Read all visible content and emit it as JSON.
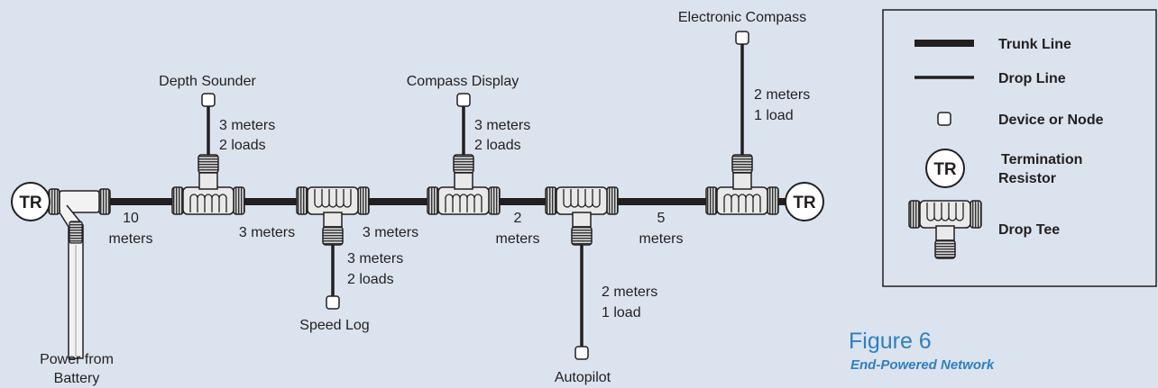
{
  "devices": {
    "depth_sounder": "Depth Sounder",
    "compass_display": "Compass Display",
    "electronic_compass": "Electronic Compass",
    "speed_log": "Speed Log",
    "autopilot": "Autopilot",
    "power_line1": "Power from",
    "power_line2": "Battery"
  },
  "terminator_label": "TR",
  "trunk_segments": {
    "seg1_line1": "10",
    "seg1_line2": "meters",
    "seg2": "3 meters",
    "seg3": "3 meters",
    "seg4_line1": "2",
    "seg4_line2": "meters",
    "seg5_line1": "5",
    "seg5_line2": "meters"
  },
  "drops": {
    "depth_sounder": {
      "length": "3 meters",
      "loads": "2 loads"
    },
    "compass_display": {
      "length": "3 meters",
      "loads": "2 loads"
    },
    "electronic_compass": {
      "length": "2 meters",
      "loads": "1 load"
    },
    "speed_log": {
      "length": "3 meters",
      "loads": "2 loads"
    },
    "autopilot": {
      "length": "2 meters",
      "loads": "1 load"
    }
  },
  "legend": {
    "trunk_line": "Trunk Line",
    "drop_line": "Drop Line",
    "device_node": "Device or Node",
    "termination_line1": "Termination",
    "termination_line2": "Resistor",
    "tr": "TR",
    "drop_tee": "Drop Tee"
  },
  "figure": {
    "title": "Figure 6",
    "subtitle": "End-Powered Network"
  },
  "colors": {
    "background": "#dbe3ee",
    "line": "#231f20",
    "accent": "#2f7fc1"
  }
}
